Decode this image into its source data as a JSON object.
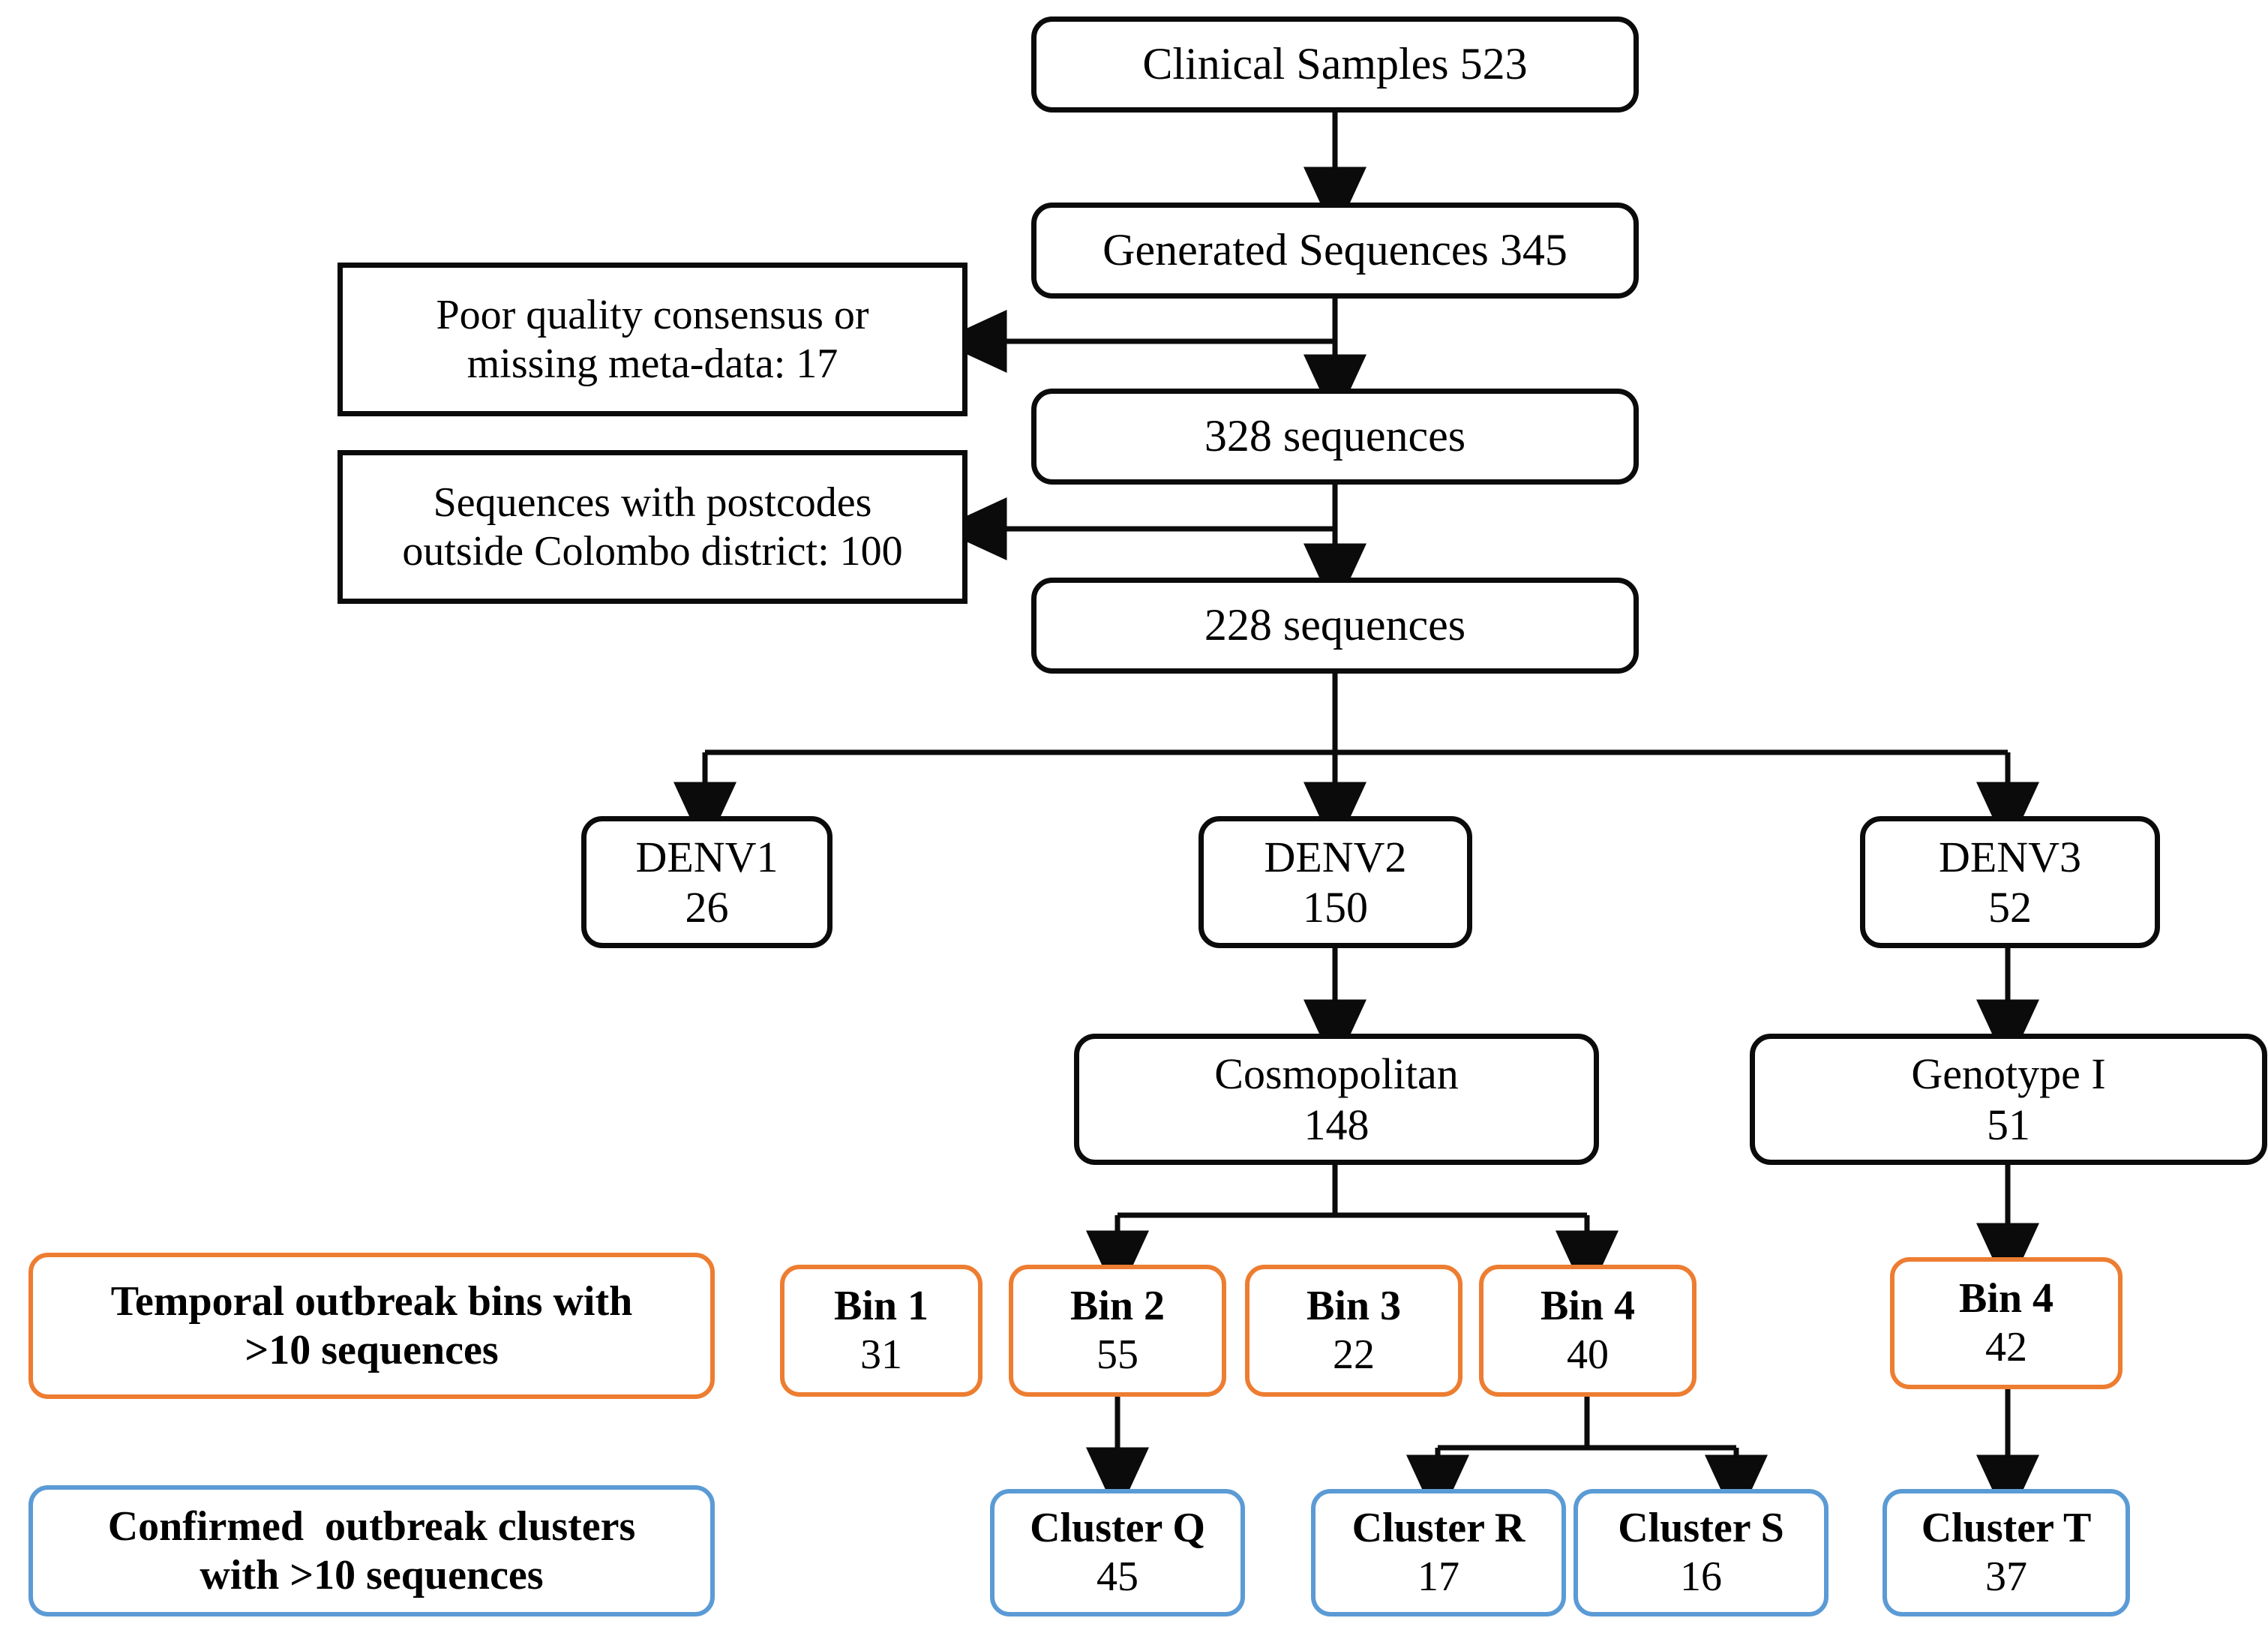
{
  "diagram": {
    "title": "Dengue sequencing sample flowchart",
    "colors": {
      "box_black": "#0b0b0b",
      "bin_orange": "#ED7D31",
      "cluster_blue": "#5B9BD5",
      "background": "#FFFFFF",
      "arrow": "#0b0b0b"
    }
  },
  "nodes": {
    "clinical_samples": {
      "line1": "Clinical Samples 523"
    },
    "generated_sequences": {
      "line1": "Generated Sequences 345"
    },
    "exclusion_quality": {
      "line1": "Poor quality consensus or",
      "line2": "missing meta-data: 17"
    },
    "sequences_328": {
      "line1": "328 sequences"
    },
    "exclusion_postcode": {
      "line1": "Sequences with postcodes",
      "line2": "outside Colombo district: 100"
    },
    "sequences_228": {
      "line1": "228 sequences"
    },
    "denv1": {
      "line1": "DENV1",
      "line2": "26"
    },
    "denv2": {
      "line1": "DENV2",
      "line2": "150"
    },
    "denv3": {
      "line1": "DENV3",
      "line2": "52"
    },
    "cosmopolitan": {
      "line1": "Cosmopolitan",
      "line2": "148"
    },
    "genotype_i": {
      "line1": "Genotype I",
      "line2": "51"
    },
    "legend_bins": {
      "line1": "Temporal outbreak bins with",
      "line2": ">10 sequences"
    },
    "legend_clusters": {
      "line1": "Confirmed  outbreak clusters",
      "line2": "with >10 sequences"
    },
    "bin1": {
      "line1": "Bin 1",
      "line2": "31"
    },
    "bin2": {
      "line1": "Bin 2",
      "line2": "55"
    },
    "bin3": {
      "line1": "Bin 3",
      "line2": "22"
    },
    "bin4_denv2": {
      "line1": "Bin 4",
      "line2": "40"
    },
    "bin4_denv3": {
      "line1": "Bin 4",
      "line2": "42"
    },
    "cluster_q": {
      "line1": "Cluster Q",
      "line2": "45"
    },
    "cluster_r": {
      "line1": "Cluster R",
      "line2": "17"
    },
    "cluster_s": {
      "line1": "Cluster S",
      "line2": "16"
    },
    "cluster_t": {
      "line1": "Cluster T",
      "line2": "37"
    }
  },
  "chart_data": {
    "type": "diagram",
    "title": "Clinical sample to outbreak cluster flow",
    "flow": [
      {
        "id": "clinical_samples",
        "label": "Clinical Samples",
        "value": 523,
        "level": 0
      },
      {
        "id": "generated_sequences",
        "label": "Generated Sequences",
        "value": 345,
        "level": 1
      },
      {
        "id": "exclusion_quality",
        "label": "Poor quality consensus or missing meta-data",
        "value": 17,
        "level": 1,
        "kind": "exclusion"
      },
      {
        "id": "sequences_328",
        "label": "328 sequences",
        "value": 328,
        "level": 2
      },
      {
        "id": "exclusion_postcode",
        "label": "Sequences with postcodes outside Colombo district",
        "value": 100,
        "level": 2,
        "kind": "exclusion"
      },
      {
        "id": "sequences_228",
        "label": "228 sequences",
        "value": 228,
        "level": 3
      },
      {
        "id": "denv1",
        "label": "DENV1",
        "value": 26,
        "level": 4
      },
      {
        "id": "denv2",
        "label": "DENV2",
        "value": 150,
        "level": 4
      },
      {
        "id": "denv3",
        "label": "DENV3",
        "value": 52,
        "level": 4
      },
      {
        "id": "cosmopolitan",
        "label": "Cosmopolitan",
        "value": 148,
        "level": 5
      },
      {
        "id": "genotype_i",
        "label": "Genotype I",
        "value": 51,
        "level": 5
      },
      {
        "id": "bin1",
        "label": "Bin 1",
        "value": 31,
        "level": 6,
        "kind": "bin"
      },
      {
        "id": "bin2",
        "label": "Bin 2",
        "value": 55,
        "level": 6,
        "kind": "bin"
      },
      {
        "id": "bin3",
        "label": "Bin 3",
        "value": 22,
        "level": 6,
        "kind": "bin"
      },
      {
        "id": "bin4_denv2",
        "label": "Bin 4",
        "value": 40,
        "level": 6,
        "kind": "bin"
      },
      {
        "id": "bin4_denv3",
        "label": "Bin 4",
        "value": 42,
        "level": 6,
        "kind": "bin"
      },
      {
        "id": "cluster_q",
        "label": "Cluster Q",
        "value": 45,
        "level": 7,
        "kind": "cluster"
      },
      {
        "id": "cluster_r",
        "label": "Cluster R",
        "value": 17,
        "level": 7,
        "kind": "cluster"
      },
      {
        "id": "cluster_s",
        "label": "Cluster S",
        "value": 16,
        "level": 7,
        "kind": "cluster"
      },
      {
        "id": "cluster_t",
        "label": "Cluster T",
        "value": 37,
        "level": 7,
        "kind": "cluster"
      }
    ],
    "edges": [
      [
        "clinical_samples",
        "generated_sequences"
      ],
      [
        "generated_sequences",
        "exclusion_quality"
      ],
      [
        "generated_sequences",
        "sequences_328"
      ],
      [
        "sequences_328",
        "exclusion_postcode"
      ],
      [
        "sequences_328",
        "sequences_228"
      ],
      [
        "sequences_228",
        "denv1"
      ],
      [
        "sequences_228",
        "denv2"
      ],
      [
        "sequences_228",
        "denv3"
      ],
      [
        "denv2",
        "cosmopolitan"
      ],
      [
        "denv3",
        "genotype_i"
      ],
      [
        "cosmopolitan",
        "bin2"
      ],
      [
        "cosmopolitan",
        "bin4_denv2"
      ],
      [
        "genotype_i",
        "bin4_denv3"
      ],
      [
        "bin2",
        "cluster_q"
      ],
      [
        "bin4_denv2",
        "cluster_r"
      ],
      [
        "bin4_denv2",
        "cluster_s"
      ],
      [
        "bin4_denv3",
        "cluster_t"
      ]
    ],
    "legend": [
      {
        "color": "#ED7D31",
        "text": "Temporal outbreak bins with >10 sequences"
      },
      {
        "color": "#5B9BD5",
        "text": "Confirmed  outbreak clusters with >10 sequences"
      }
    ]
  }
}
